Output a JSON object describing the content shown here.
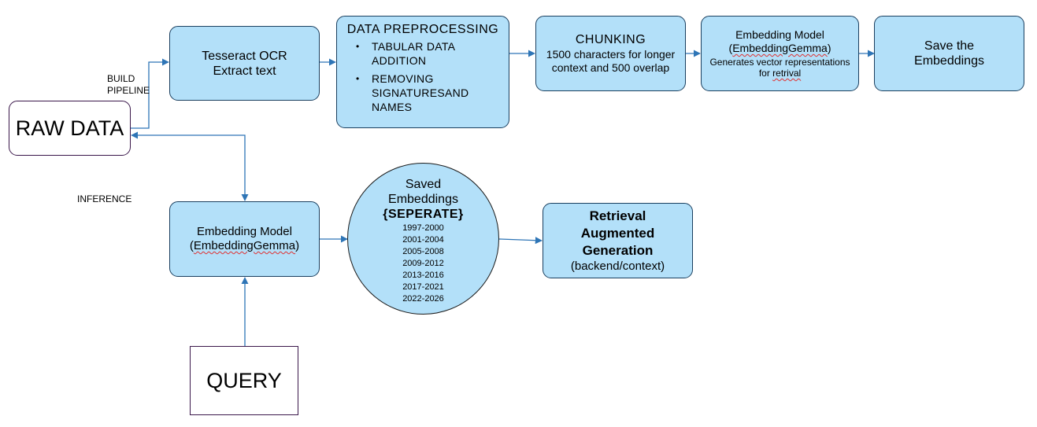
{
  "labels": {
    "build": "BUILD",
    "pipeline": "PIPELINE",
    "inference": "INFERENCE"
  },
  "nodes": {
    "raw_data": "RAW DATA",
    "ocr": {
      "line1": "Tesseract OCR",
      "line2": "Extract text"
    },
    "preprocessing": {
      "title": "DATA PREPROCESSING",
      "items": [
        "TABULAR DATA ADDITION",
        "REMOVING SIGNATURESAND NAMES"
      ]
    },
    "chunking": {
      "title": "CHUNKING",
      "desc": "1500 characters for longer context and 500 overlap"
    },
    "embed_top": {
      "line1": "Embedding Model",
      "paren_open": "(",
      "model": "EmbeddingGemma",
      "paren_close": ")",
      "desc_part1": "Generates vector representations for ",
      "desc_part2": "retrival"
    },
    "save": "Save the Embeddings",
    "embed_bottom": {
      "line1": "Embedding Model",
      "paren_open": "(",
      "model": "EmbeddingGemma",
      "paren_close": ")"
    },
    "saved": {
      "line1": "Saved",
      "line2": "Embeddings",
      "line3": "{SEPERATE}",
      "years": [
        "1997-2000",
        "2001-2004",
        "2005-2008",
        "2009-2012",
        "2013-2016",
        "2017-2021",
        "2022-2026"
      ]
    },
    "rag": {
      "line1": "Retrieval",
      "line2": "Augmented",
      "line3": "Generation",
      "line4": "(backend/context)"
    },
    "query": "QUERY"
  },
  "colors": {
    "box_fill": "#b3e0f9",
    "box_border": "#1a3f5f",
    "arrow": "#2e75b6",
    "spellcheck": "#e03030"
  }
}
